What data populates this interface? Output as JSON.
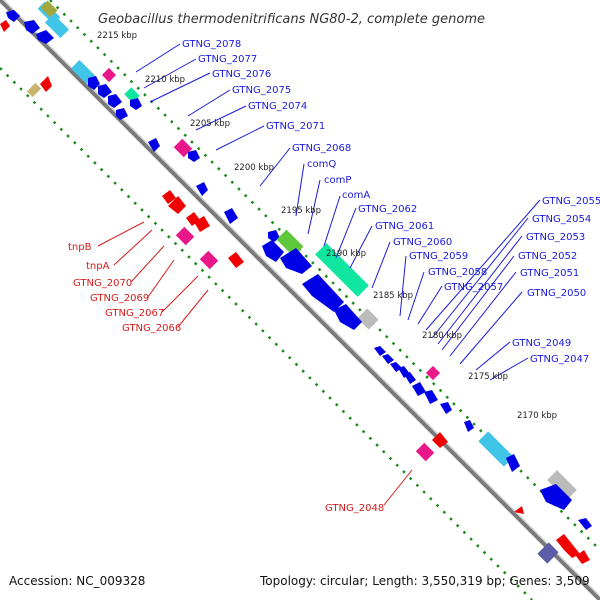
{
  "title": "Geobacillus thermodenitrificans NG80-2, complete genome",
  "footer": {
    "accession": "Accession: NC_009328",
    "topology": "Topology: circular; Length: 3,550,319 bp; Genes: 3,509"
  },
  "colors": {
    "forward_gene": "#0000e6",
    "reverse_gene": "#f00000",
    "pseudo_gene": "#e8188a",
    "rna_gene": "#10e6a0",
    "cyan_gene": "#40c4e8",
    "backbone": "#777777",
    "dotted_track": "#1a8a1a"
  },
  "scale_ticks": [
    "2215 kbp",
    "2210 kbp",
    "2205 kbp",
    "2200 kbp",
    "2195 kbp",
    "2190 kbp",
    "2185 kbp",
    "2180 kbp",
    "2175 kbp",
    "2170 kbp"
  ],
  "upper_labels": [
    "GTNG_2078",
    "GTNG_2077",
    "GTNG_2076",
    "GTNG_2075",
    "GTNG_2074",
    "GTNG_2071",
    "GTNG_2068",
    "comQ",
    "comP",
    "comA",
    "GTNG_2062",
    "GTNG_2061",
    "GTNG_2060",
    "GTNG_2059",
    "GTNG_2058",
    "GTNG_2057",
    "GTNG_2055",
    "GTNG_2054",
    "GTNG_2053",
    "GTNG_2052",
    "GTNG_2051",
    "GTNG_2050",
    "GTNG_2049",
    "GTNG_2047"
  ],
  "lower_labels": [
    "tnpB",
    "tnpA",
    "GTNG_2070",
    "GTNG_2069",
    "GTNG_2067",
    "GTNG_2066",
    "GTNG_2048"
  ]
}
